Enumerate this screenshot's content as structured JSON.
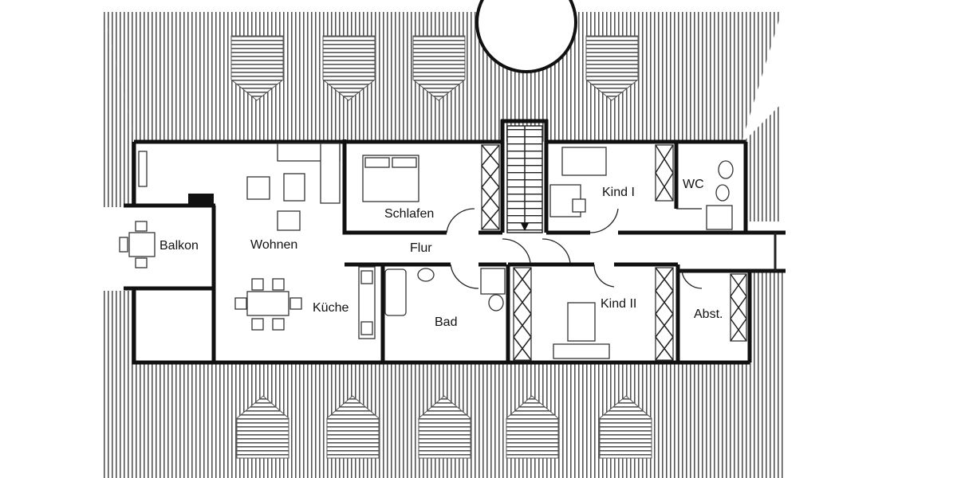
{
  "rooms": {
    "schlafen": "Schlafen",
    "kind1": "Kind I",
    "wc": "WC",
    "balkon": "Balkon",
    "wohnen": "Wohnen",
    "flur": "Flur",
    "kueche": "Küche",
    "bad": "Bad",
    "kind2": "Kind II",
    "abst": "Abst."
  },
  "colors": {
    "wall": "#111111",
    "roof_stripe": "#555555",
    "background": "#ffffff"
  }
}
